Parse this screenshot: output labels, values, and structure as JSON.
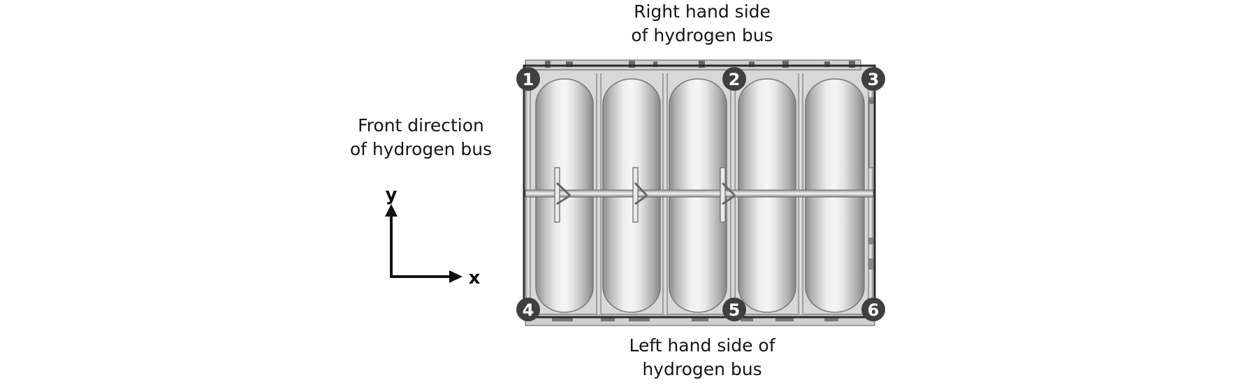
{
  "labels": {
    "right_side": [
      "Right hand side",
      "of hydrogen bus"
    ],
    "front": [
      "Front direction",
      "of hydrogen bus"
    ],
    "left_side": [
      "Left hand side of",
      "hydrogen bus"
    ]
  },
  "axes": {
    "x": "x",
    "y": "y"
  },
  "markers": [
    "1",
    "2",
    "3",
    "4",
    "5",
    "6"
  ],
  "colors": {
    "marker_fill": "#3f3f3f",
    "frame": "#2b2b2b",
    "tank_light": "#f4f4f4",
    "tank_dark": "#8c8c8c"
  }
}
